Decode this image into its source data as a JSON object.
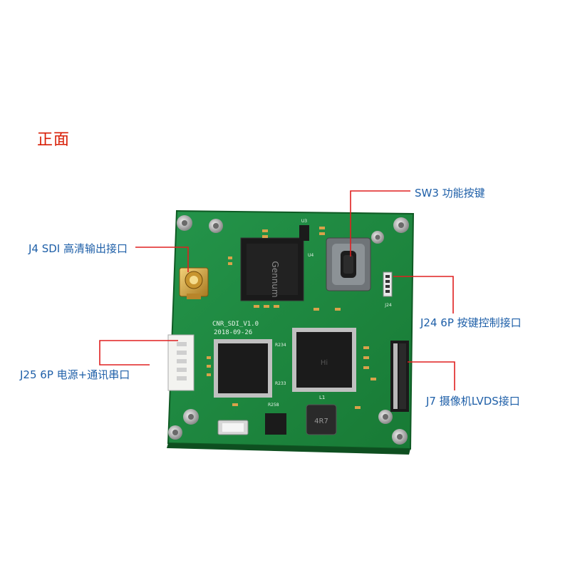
{
  "title": "正面",
  "labels": {
    "sw3": "SW3  功能按键",
    "j4": "J4 SDI 高清输出接口",
    "j24": "J24 6P 按键控制接口",
    "j25": "J25   6P 电源+通讯串口",
    "j7": "J7   摄像机LVDS接口"
  },
  "silkscreen": {
    "board_name": "CNR_SDI_V1.0",
    "date": "2018-09-26",
    "chip_brand": "Gennum",
    "chip2_text": "Hi",
    "inductor": "4R7",
    "l1": "L1",
    "r234": "R234",
    "r233": "R233",
    "r258": "R258",
    "j24": "J24",
    "u3": "U3",
    "u4": "U4"
  },
  "colors": {
    "pcb": "#1f8a3e",
    "pcb_dark": "#156b2c",
    "leader": "#e02020",
    "label_text": "#1e5fa8",
    "title_text": "#d81e06"
  }
}
